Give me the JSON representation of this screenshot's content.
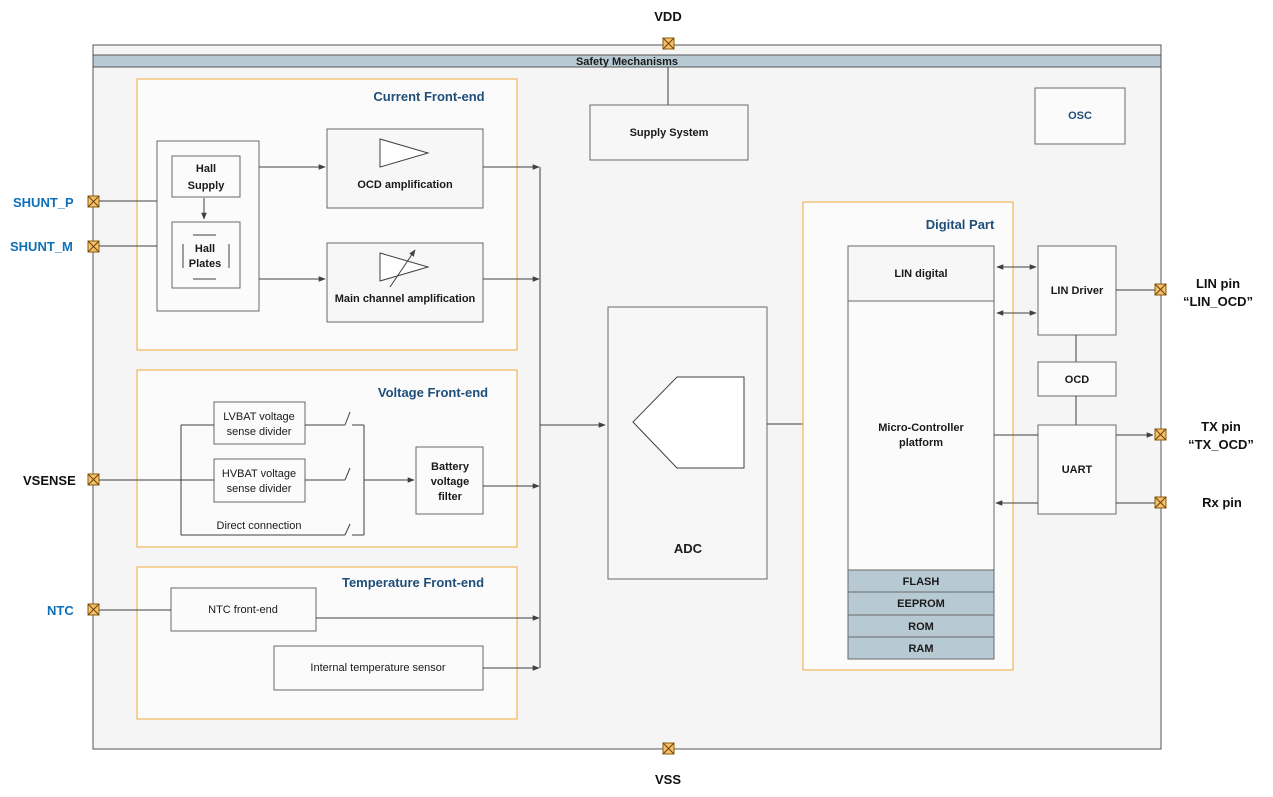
{
  "pins": {
    "vdd": "VDD",
    "vss": "VSS",
    "shunt_p": "SHUNT_P",
    "shunt_m": "SHUNT_M",
    "vsense": "VSENSE",
    "ntc": "NTC",
    "lin_pin": "LIN pin",
    "lin_ocd": "“LIN_OCD”",
    "tx_pin": "TX pin",
    "tx_ocd": "“TX_OCD”",
    "rx_pin": "Rx pin"
  },
  "safety_bar": "Safety Mechanisms",
  "supply_system": "Supply System",
  "osc": "OSC",
  "current_frontend": {
    "title": "Current Front-end",
    "hall_supply": [
      "Hall",
      "Supply"
    ],
    "hall_plates": [
      "Hall",
      "Plates"
    ],
    "ocd_amp": "OCD amplification",
    "main_amp": "Main channel amplification"
  },
  "voltage_frontend": {
    "title": "Voltage Front-end",
    "lvbat": [
      "LVBAT voltage",
      "sense divider"
    ],
    "hvbat": [
      "HVBAT voltage",
      "sense divider"
    ],
    "direct": "Direct connection",
    "filter": [
      "Battery",
      "voltage",
      "filter"
    ]
  },
  "temperature_frontend": {
    "title": "Temperature Front-end",
    "ntc_fe": "NTC front-end",
    "internal_sensor": "Internal temperature sensor"
  },
  "adc": "ADC",
  "digital_part": {
    "title": "Digital Part",
    "lin_digital": "LIN digital",
    "mcu": [
      "Micro-Controller",
      "platform"
    ],
    "memories": [
      "FLASH",
      "EEPROM",
      "ROM",
      "RAM"
    ]
  },
  "lin_driver": "LIN Driver",
  "ocd": "OCD",
  "uart": "UART",
  "colors": {
    "section_border": "#f0b85a",
    "pin_label_blue": "#0f6fb8",
    "section_title": "#1f4e79",
    "memory_fill": "#b7c9d3",
    "safety_bar_fill": "#b7c9d3"
  }
}
